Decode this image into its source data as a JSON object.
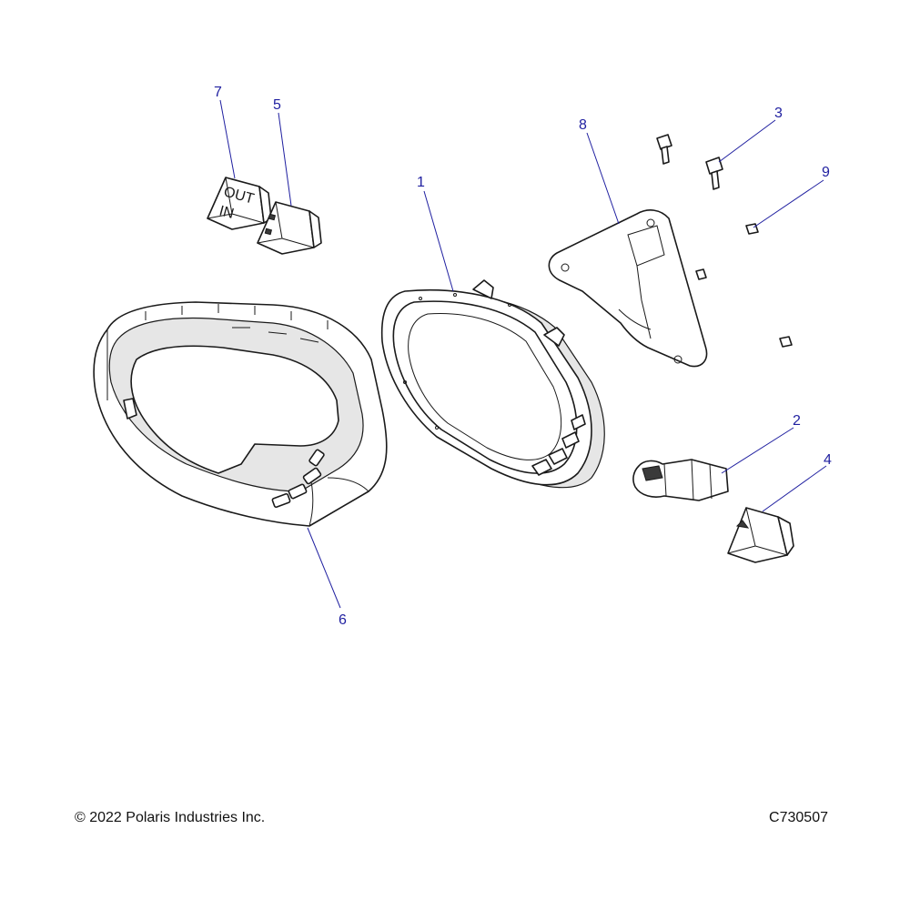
{
  "diagram": {
    "accent_color": "#1f1fa0",
    "line_color": "#1a1a1a",
    "callouts": [
      "1",
      "2",
      "3",
      "4",
      "5",
      "6",
      "7",
      "8",
      "9"
    ],
    "switch_symbols": {
      "out_label": "OUT",
      "in_label": "IN"
    }
  },
  "footer": {
    "copyright": "© 2022 Polaris Industries Inc.",
    "figure_id": "C730507"
  }
}
